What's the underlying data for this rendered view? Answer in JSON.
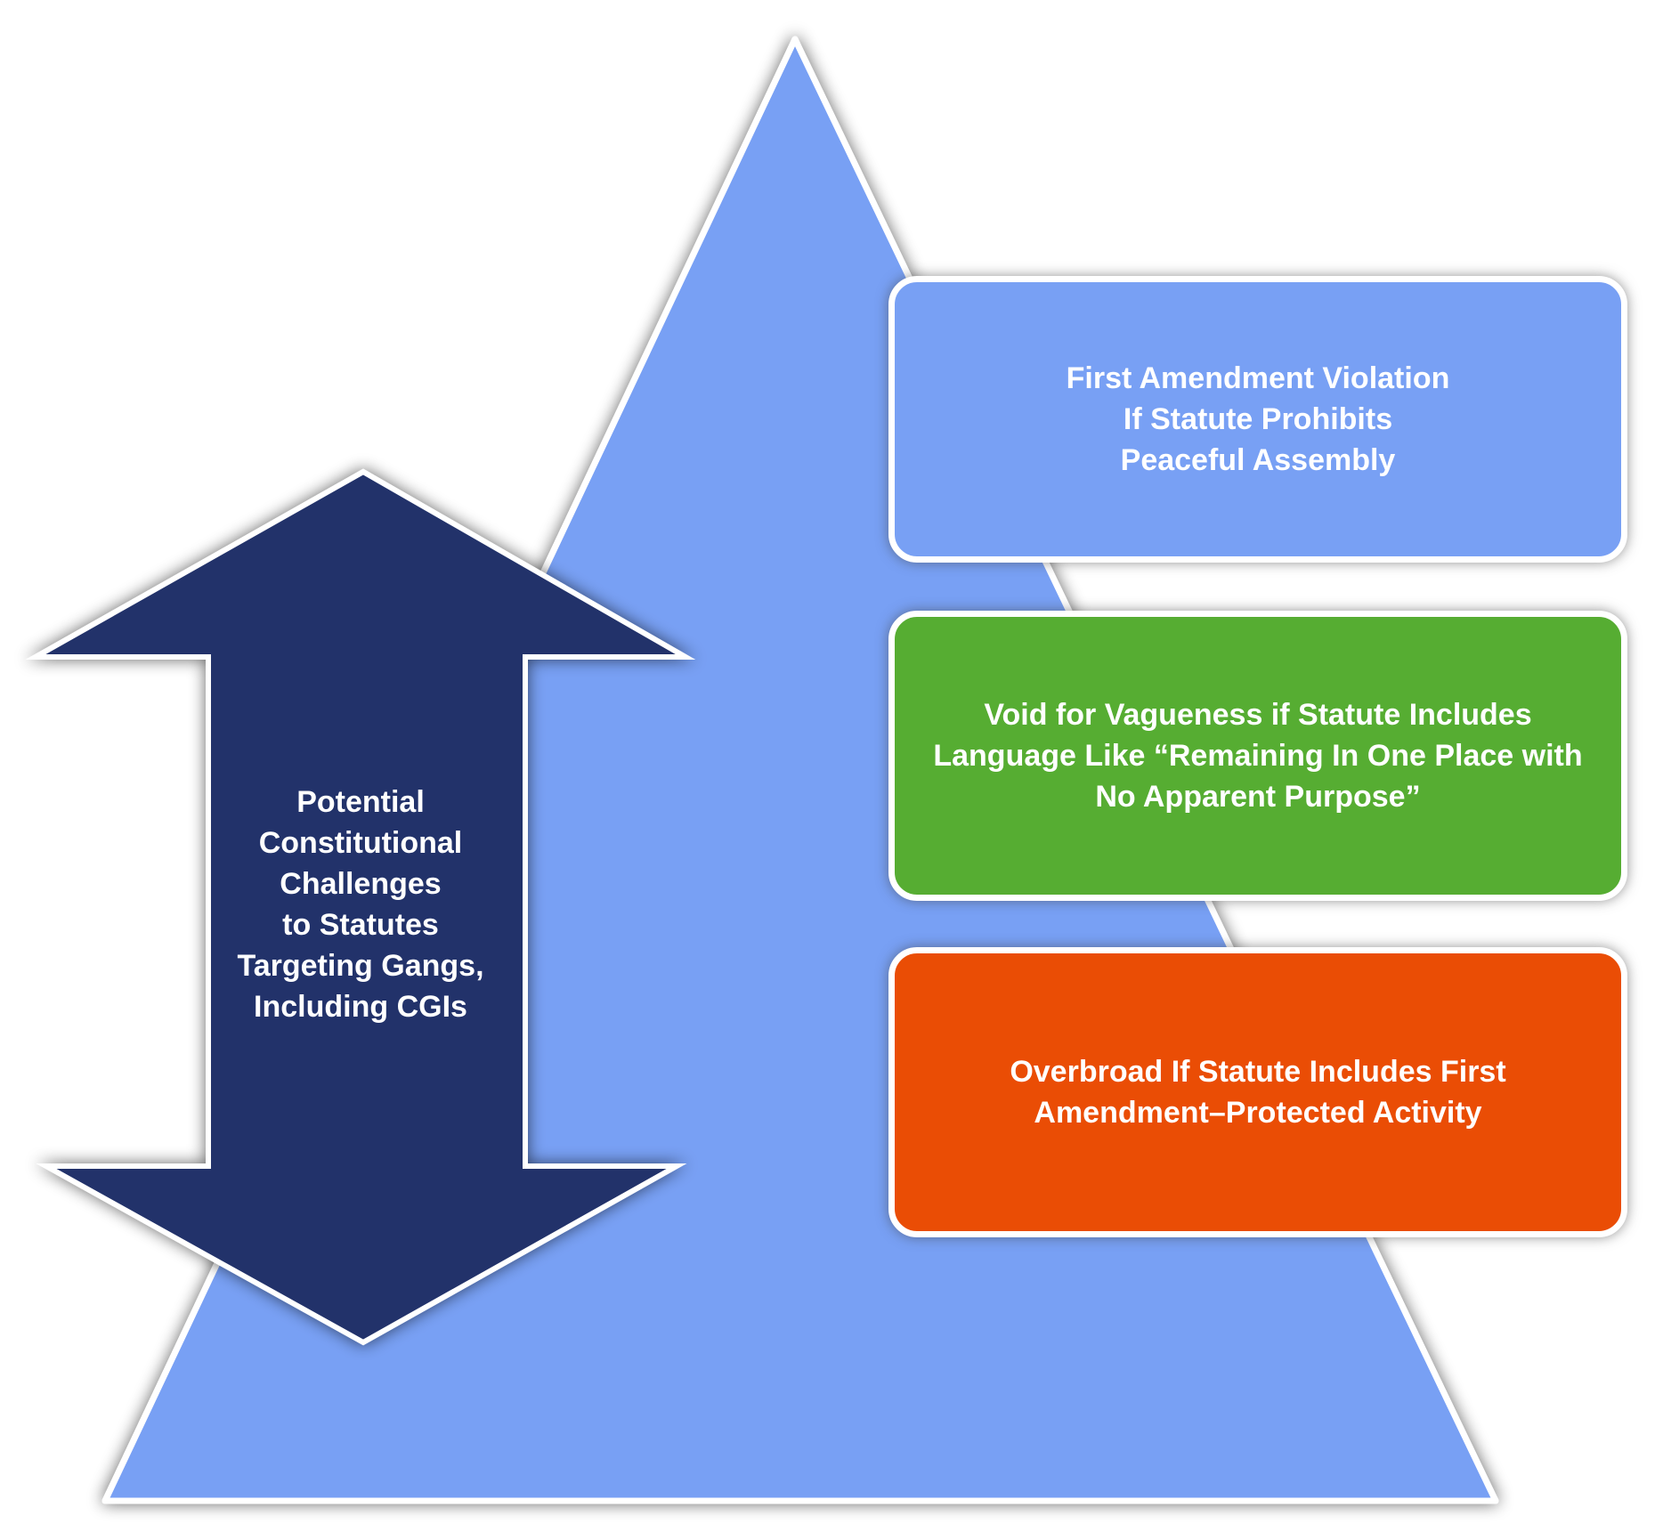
{
  "arrow": {
    "label": "Potential\nConstitutional\nChallenges\nto Statutes\nTargeting Gangs,\nIncluding CGIs",
    "color": "#22326b"
  },
  "pyramid": {
    "color": "#78a0f4"
  },
  "boxes": [
    {
      "text": "First Amendment Violation\nIf Statute Prohibits\nPeaceful Assembly",
      "color": "#78a0f4"
    },
    {
      "text": "Void for Vagueness if Statute Includes\nLanguage Like “Remaining In One Place with\nNo Apparent Purpose”",
      "color": "#56ad32"
    },
    {
      "text": "Overbroad If Statute Includes First\nAmendment–Protected Activity",
      "color": "#ea4d05"
    }
  ]
}
